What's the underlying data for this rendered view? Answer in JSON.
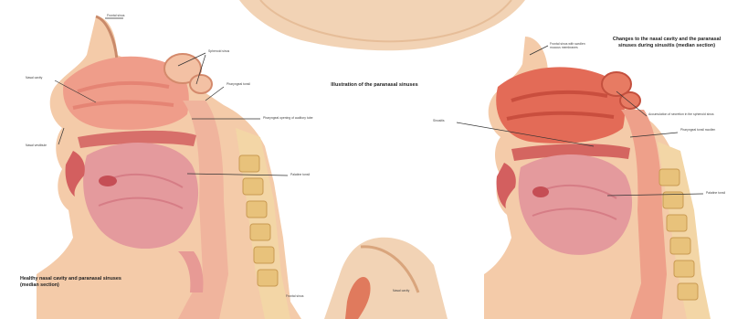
{
  "center_title": "Illustration of the paranasal sinuses",
  "left_caption": "Healthy nasal cavity and paranasal sinuses (median section)",
  "right_title": "Changes to the nasal cavity and the paranasal sinuses during sinusitis (median section)",
  "labels": {
    "nasal_bone": "Frontal sinus",
    "sphenoid": "Sphenoid sinus",
    "nasal_cavity": "Nasal cavity",
    "pharyngeal_tonsil": "Pharyngeal tonsil",
    "nostril": "Nasal vestibule",
    "pharyngeal_opening": "Pharyngeal opening of auditory tube",
    "palatine": "Palatine tonsil",
    "right_frontal": "Frontal sinus with swollen mucous membranes",
    "sinusitis": "Sinusitis",
    "mucus": "Accumulation of secretion in the sphenoid sinus",
    "pharyngeal_swollen": "Pharyngeal tonsil swollen",
    "right_palatine": "Palatine tonsil",
    "bottom_left": "Frontal sinus",
    "bottom_right": "Nasal cavity"
  }
}
